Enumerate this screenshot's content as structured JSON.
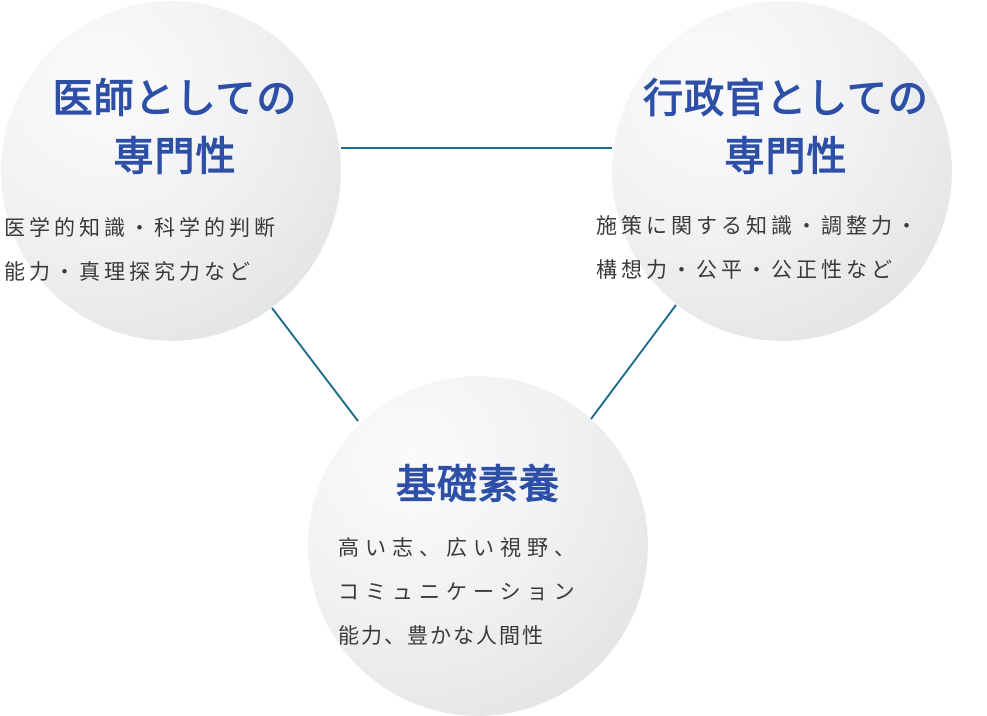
{
  "nodes": [
    {
      "title_lines": [
        "医師としての",
        "専門性"
      ],
      "body_lines": [
        "医学的知識・科学的判断",
        "能力・真理探究力など"
      ]
    },
    {
      "title_lines": [
        "行政官としての",
        "専門性"
      ],
      "body_lines": [
        "施策に関する知識・調整力・",
        "構想力・公平・公正性など"
      ]
    },
    {
      "title_lines": [
        "基礎素養"
      ],
      "body_lines": [
        "高い志、広い視野、",
        "コミュニケーション",
        "能力、豊かな人間性"
      ]
    }
  ],
  "colors": {
    "title": "#2d4fa6",
    "connector": "#1b6b8c",
    "body": "#3a3a3a"
  }
}
